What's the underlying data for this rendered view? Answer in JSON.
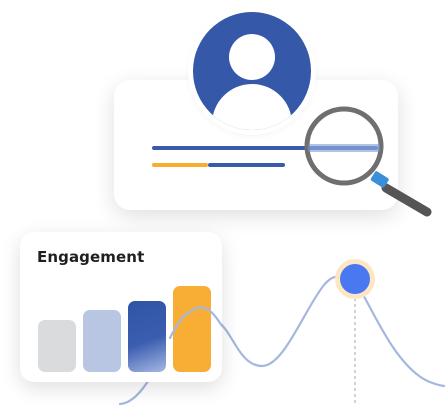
{
  "engagement": {
    "title": "Engagement",
    "bars": [
      {
        "level": 0.35,
        "color": "#dadbdc"
      },
      {
        "level": 0.42,
        "color": "#b8c6e3"
      },
      {
        "level": 0.48,
        "color": "#3558a8"
      },
      {
        "level": 0.58,
        "color": "#f8ad35"
      }
    ]
  },
  "icons": {
    "avatar": "user-avatar-icon",
    "magnifier": "magnifying-glass-icon",
    "highlight_point": "highlight-dot-icon"
  },
  "colors": {
    "primary_blue": "#3558a8",
    "accent_orange": "#f8ad30",
    "wave_blue": "#a4b8df",
    "point_blue": "#4a78f0",
    "point_glow": "#fde7c2"
  }
}
